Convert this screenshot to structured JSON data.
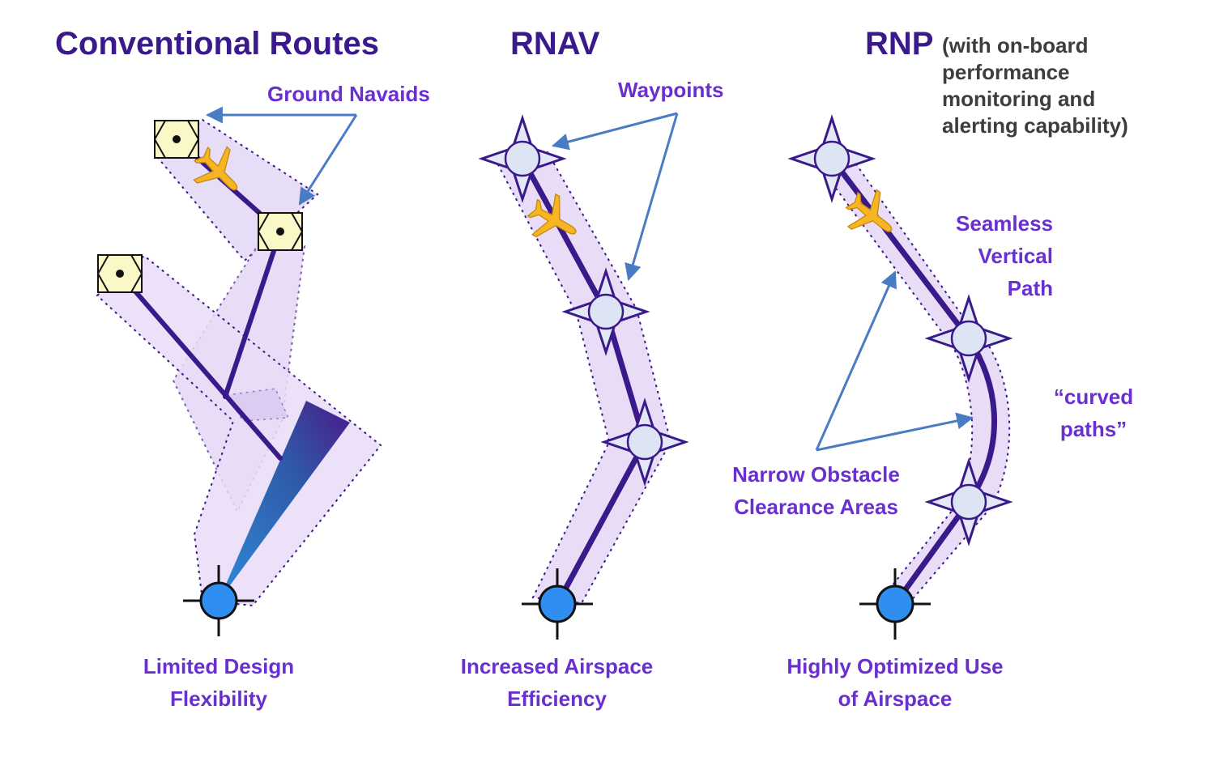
{
  "titles": {
    "conventional": "Conventional Routes",
    "rnav": "RNAV",
    "rnp": "RNP",
    "rnp_note": "(with on-board performance monitoring and alerting capability)"
  },
  "annotations": {
    "ground_navaids": "Ground Navaids",
    "waypoints": "Waypoints",
    "seamless": "Seamless Vertical Path",
    "curved": "“curved paths”",
    "narrow": "Narrow Obstacle Clearance Areas"
  },
  "captions": {
    "conventional": "Limited Design Flexibility",
    "rnav": "Increased Airspace Efficiency",
    "rnp": "Highly Optimized Use of Airspace"
  },
  "colors": {
    "title": "#3a1a8a",
    "label": "#6a2fcf",
    "route": "#3a1a8a",
    "corridor": "#e9dcf7",
    "arrow": "#4a7cc4",
    "destination": "#2f8ff0",
    "navaid": "#fbf8c8",
    "waypoint": "#dde5f5",
    "aircraft": "#f6b624"
  }
}
